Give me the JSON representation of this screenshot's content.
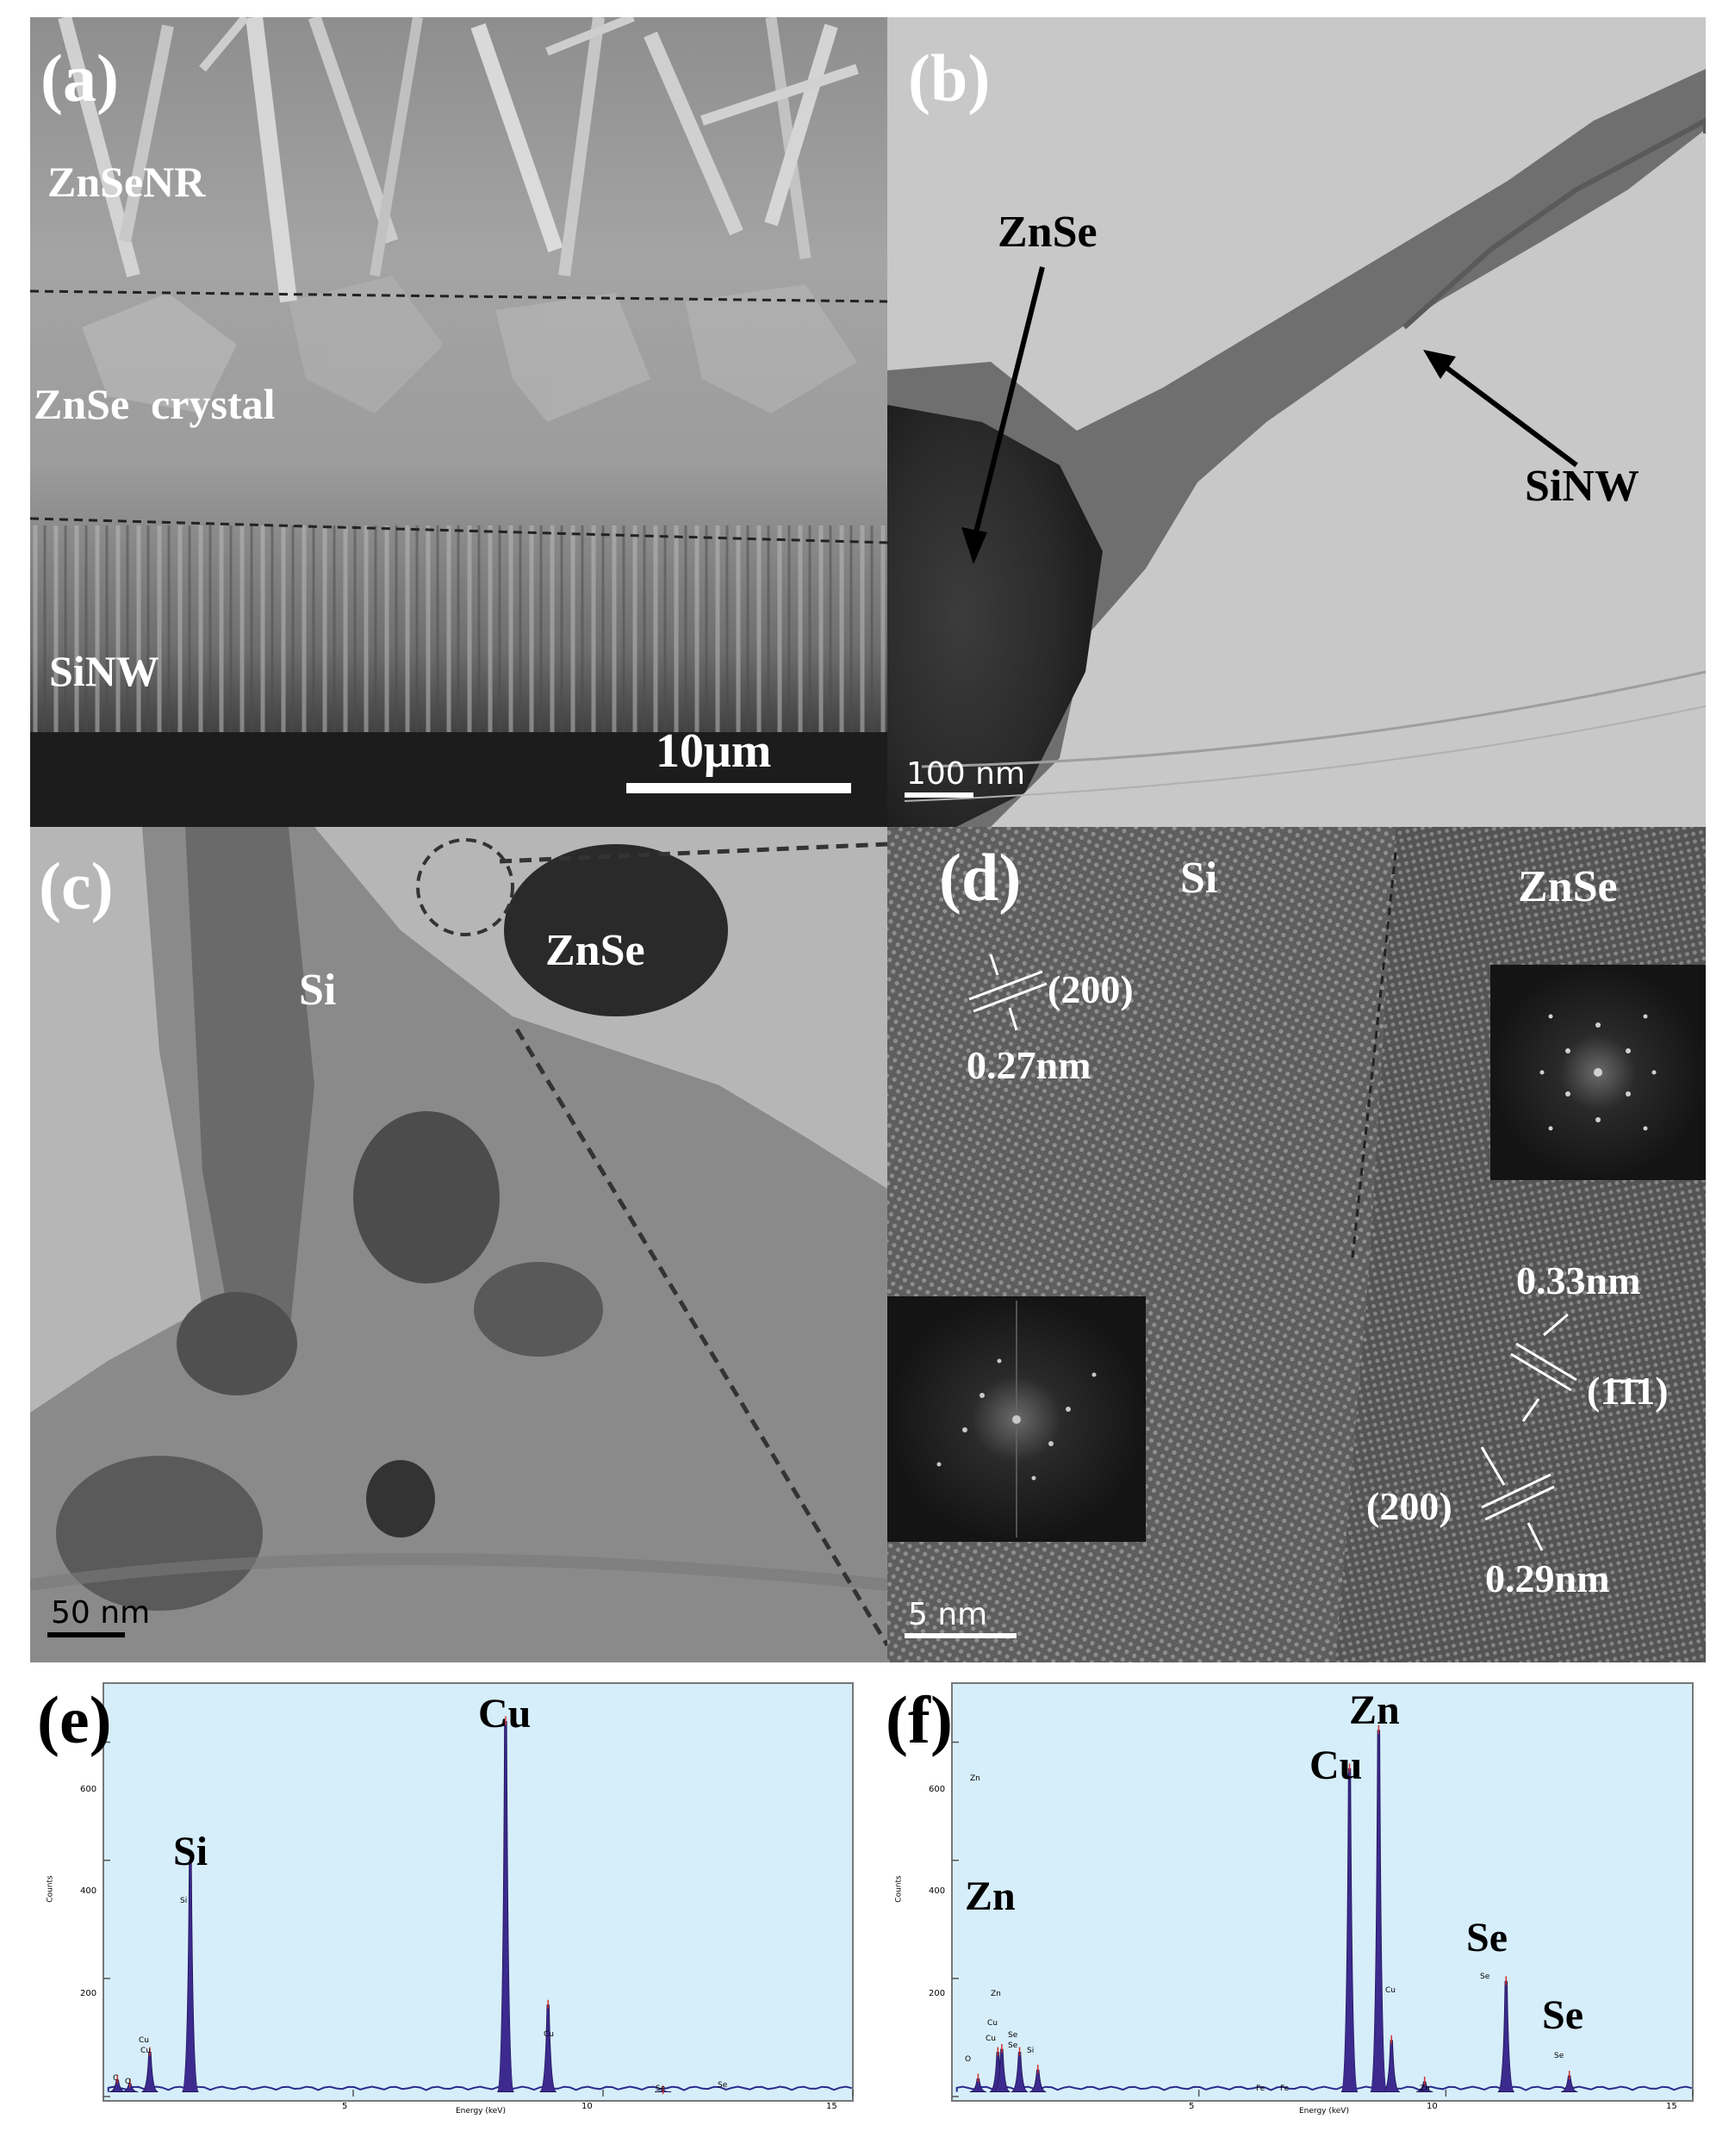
{
  "panels": {
    "a": {
      "label": "(a)",
      "regions": [
        "ZnSeNR",
        "ZnSe  crystal",
        "SiNW"
      ],
      "scale_bar": "10μm"
    },
    "b": {
      "label": "(b)",
      "annotations": [
        "ZnSe",
        "SiNW"
      ],
      "scale_bar": "100 nm"
    },
    "c": {
      "label": "(c)",
      "annotations": [
        "Si",
        "ZnSe"
      ],
      "scale_bar": "50 nm"
    },
    "d": {
      "label": "(d)",
      "annotations": [
        "Si",
        "ZnSe"
      ],
      "lattice": [
        {
          "plane": "(200)",
          "spacing": "0.27nm"
        },
        {
          "plane": "(1̄1̄1)",
          "spacing": "0.33nm"
        },
        {
          "plane": "(200)",
          "spacing": "0.29nm"
        }
      ],
      "scale_bar": "5 nm"
    },
    "e": {
      "label": "(e)",
      "axis_title_x": "Energy (keV)",
      "axis_title_y": "Counts",
      "yticks": [
        "200",
        "400",
        "600"
      ],
      "xticks": [
        "5",
        "10",
        "15"
      ],
      "peak_labels": [
        {
          "text": "Si",
          "big": true
        },
        {
          "text": "Cu",
          "big": true
        }
      ],
      "small_labels": [
        "C",
        "O",
        "Cu",
        "Cu",
        "Si",
        "Cu",
        "Se",
        "Se"
      ]
    },
    "f": {
      "label": "(f)",
      "axis_title_x": "Energy (keV)",
      "axis_title_y": "Counts",
      "yticks": [
        "200",
        "400",
        "600"
      ],
      "xticks": [
        "5",
        "10",
        "15"
      ],
      "peak_labels": [
        {
          "text": "Zn",
          "big": true
        },
        {
          "text": "Cu",
          "big": true
        },
        {
          "text": "Zn",
          "big": true
        },
        {
          "text": "Se",
          "big": true
        },
        {
          "text": "Se",
          "big": true
        }
      ],
      "small_labels": [
        "Zn",
        "Zn",
        "Cu",
        "Cu",
        "Se",
        "Se",
        "Si",
        "Fe",
        "Fe",
        "Cu",
        "Zn",
        "Se",
        "Se",
        "O"
      ]
    }
  },
  "chart_data": [
    {
      "type": "line",
      "panel": "(e)",
      "xlabel": "Energy (keV)",
      "ylabel": "Counts",
      "xlim": [
        0,
        15
      ],
      "ylim": [
        0,
        700
      ],
      "x": [
        0.28,
        0.53,
        0.93,
        1.74,
        8.05,
        8.9,
        11.2
      ],
      "values": [
        28,
        22,
        75,
        400,
        635,
        155,
        10
      ]
    },
    {
      "type": "line",
      "panel": "(f)",
      "xlabel": "Energy (keV)",
      "ylabel": "Counts",
      "xlim": [
        0,
        15
      ],
      "ylim": [
        0,
        700
      ],
      "x": [
        0.53,
        0.93,
        1.01,
        1.37,
        1.74,
        8.05,
        8.64,
        8.9,
        9.57,
        11.22,
        12.5
      ],
      "values": [
        30,
        75,
        80,
        75,
        45,
        555,
        620,
        95,
        25,
        195,
        35
      ]
    }
  ]
}
